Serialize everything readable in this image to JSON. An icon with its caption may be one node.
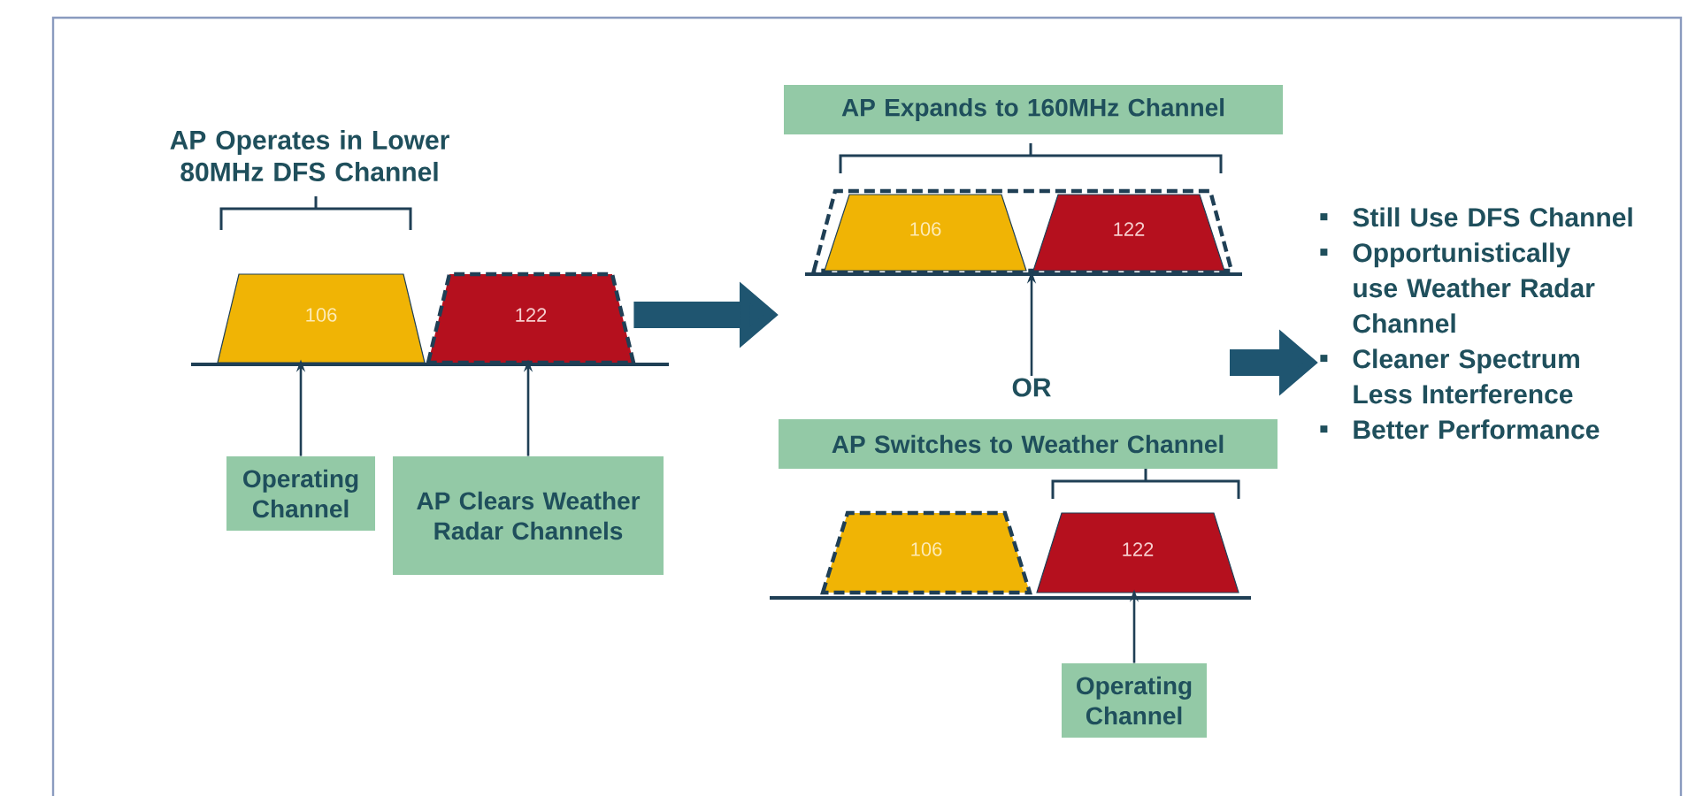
{
  "diagram": {
    "nodes": [
      {
        "text": [
          "106"
        ]
      },
      {
        "text": [
          "122"
        ]
      },
      {
        "text": [
          "Operating Channel"
        ]
      },
      {
        "text": [
          "AP Clears Weather Radar Channels"
        ]
      },
      {
        "text": [],
        "shape": "trapezoid"
      },
      {
        "text": [
          "106"
        ],
        "in": 4
      },
      {
        "text": [
          "122"
        ],
        "in": 4
      },
      {
        "text": [
          "AP Expands to 160MHz Channel"
        ]
      },
      {
        "text": [
          "OR"
        ]
      },
      {
        "text": [
          "AP Switches to Weather Channel"
        ]
      },
      {
        "text": [
          "106"
        ]
      },
      {
        "text": [
          "122"
        ]
      },
      {
        "text": [
          "Operating Channel"
        ]
      },
      {
        "text": [
          "Still Use DFS Channel",
          "Opportunistically use Weather Radar Channel",
          "Cleaner Spectrum Less Interference",
          "Better Performance"
        ]
      }
    ],
    "edges": [
      {
        "from": 2,
        "to": 0,
        "arrow": "to"
      },
      {
        "from": 3,
        "to": 1,
        "arrow": "to"
      },
      {
        "from": 8,
        "to": 4,
        "arrow": "to"
      },
      {
        "from": 12,
        "to": 11,
        "arrow": "to"
      },
      {
        "from": 1,
        "to": null,
        "arrow": "to",
        "style": "thick",
        "color": "#1f5570"
      },
      {
        "from": null,
        "to": 13,
        "arrow": "to",
        "style": "thick",
        "color": "#1f5570"
      }
    ],
    "labels": [
      "AP Operates in Lower 80MHz DFS Channel"
    ]
  }
}
